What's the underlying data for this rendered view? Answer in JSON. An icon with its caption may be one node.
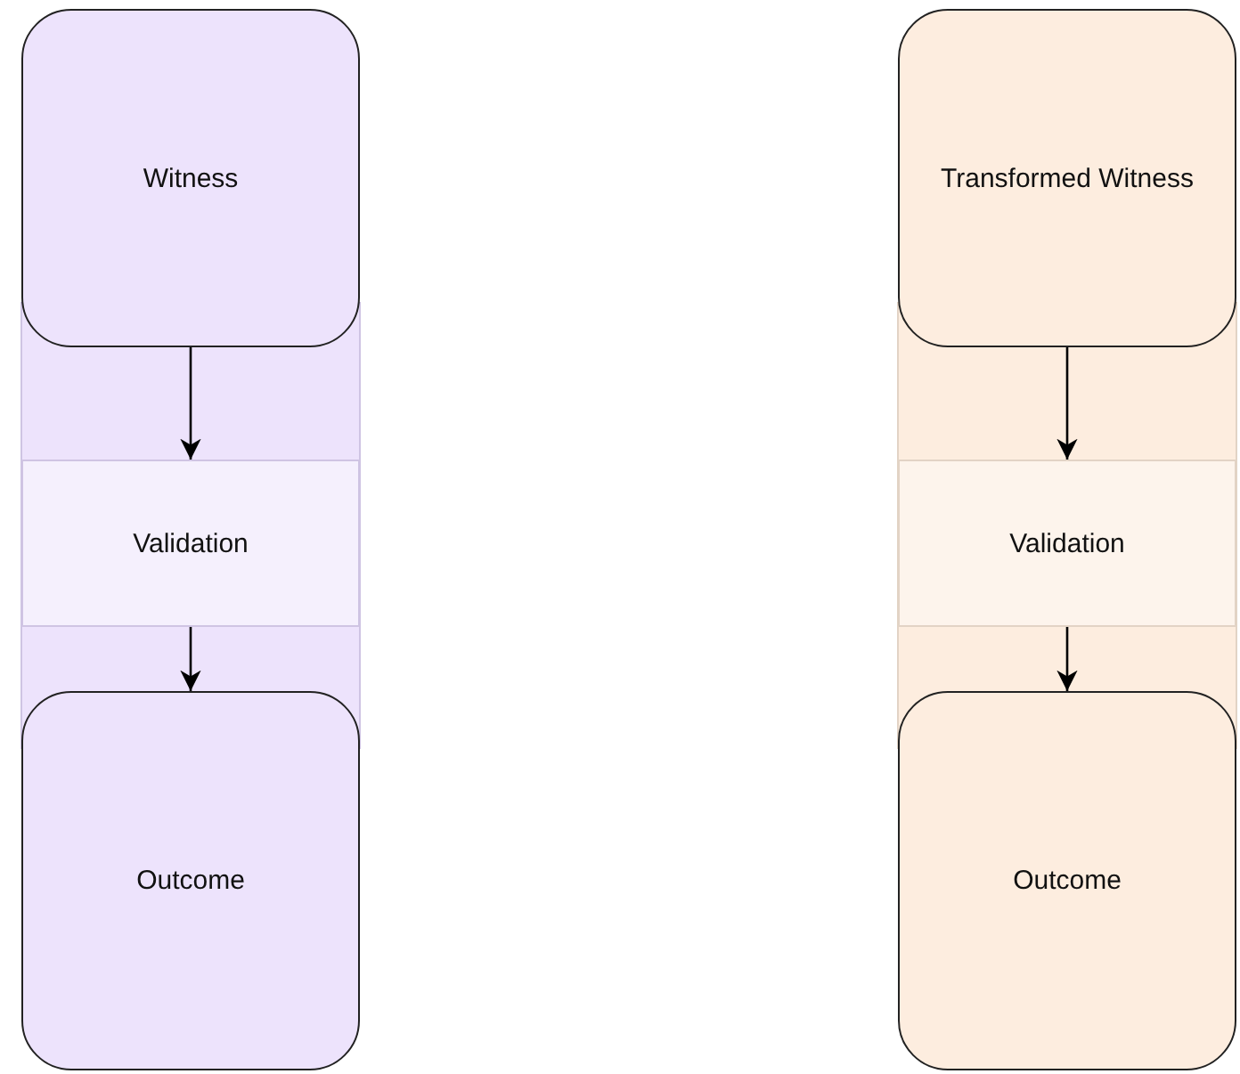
{
  "diagram": {
    "nodes": [
      {
        "text": [
          "Witness"
        ]
      },
      {
        "text": [
          "Validation"
        ]
      },
      {
        "text": [
          "Outcome"
        ]
      },
      {
        "text": [
          "Transformed Witness"
        ]
      },
      {
        "text": [
          "Validation"
        ]
      },
      {
        "text": [
          "Outcome"
        ]
      }
    ],
    "edges": [
      {
        "from": 0,
        "to": 1,
        "arrow": "to"
      },
      {
        "from": 1,
        "to": 2,
        "arrow": "to"
      },
      {
        "from": 3,
        "to": 4,
        "arrow": "to"
      },
      {
        "from": 4,
        "to": 5,
        "arrow": "to"
      }
    ]
  }
}
